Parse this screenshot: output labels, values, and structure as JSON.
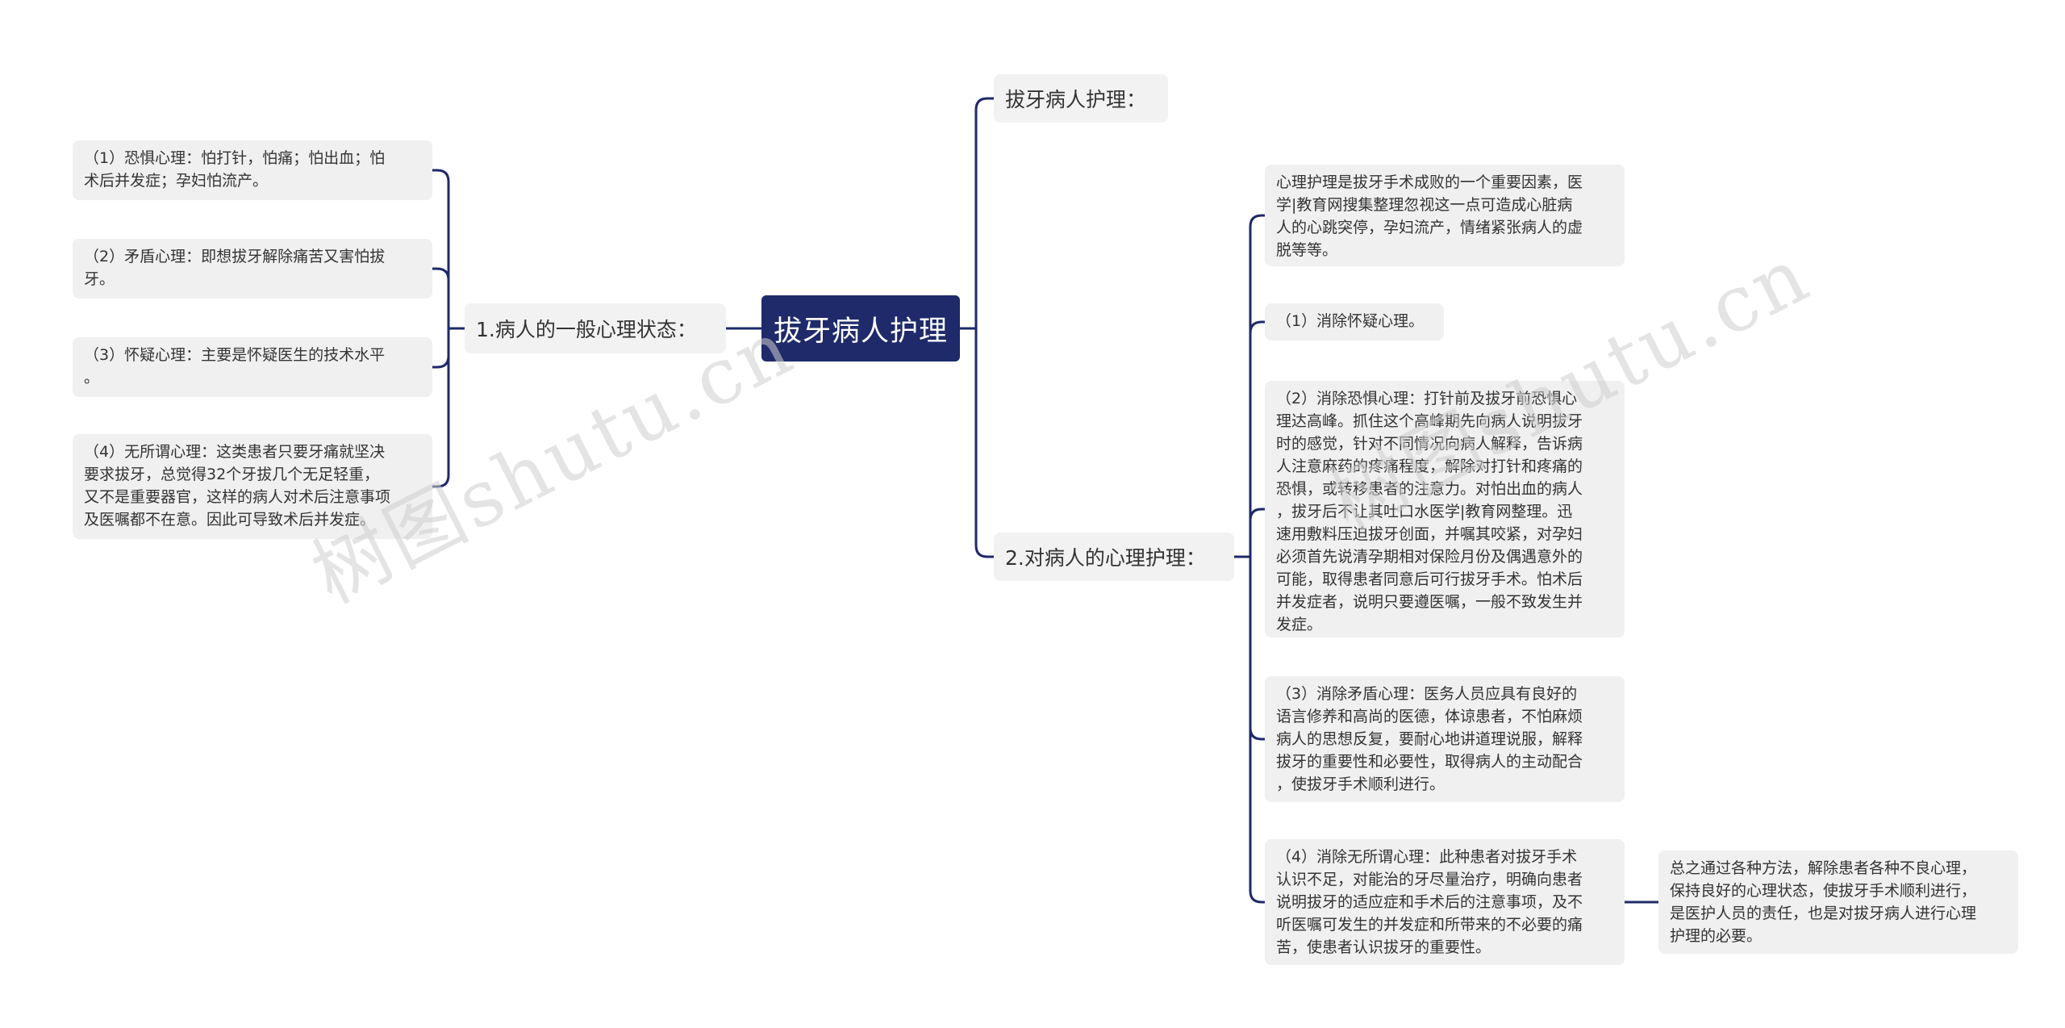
{
  "root": {
    "label": "拔牙病人护理"
  },
  "branches": {
    "top": {
      "label": "拔牙病人护理："
    },
    "left": {
      "label": "1.病人的一般心理状态："
    },
    "right": {
      "label": "2.对病人的心理护理："
    }
  },
  "left_leaves": [
    "（1）恐惧心理：怕打针，怕痛；怕出血；怕\n术后并发症；孕妇怕流产。",
    "（2）矛盾心理：即想拔牙解除痛苦又害怕拔\n牙。",
    "（3）怀疑心理：主要是怀疑医生的技术水平\n。",
    "（4）无所谓心理：这类患者只要牙痛就坚决\n要求拔牙，总觉得32个牙拔几个无足轻重，\n又不是重要器官，这样的病人对术后注意事项\n及医嘱都不在意。因此可导致术后并发症。"
  ],
  "right_leaves": [
    "心理护理是拔牙手术成败的一个重要因素，医\n学|教育网搜集整理忽视这一点可造成心脏病\n人的心跳突停，孕妇流产，情绪紧张病人的虚\n脱等等。",
    "（1）消除怀疑心理。",
    "（2）消除恐惧心理：打针前及拔牙前恐惧心\n理达高峰。抓住这个高峰期先向病人说明拔牙\n时的感觉，针对不同情况向病人解释，告诉病\n人注意麻药的疼痛程度，解除对打针和疼痛的\n恐惧，或转移患者的注意力。对怕出血的病人\n，拔牙后不让其吐口水医学|教育网整理。迅\n速用敷料压迫拔牙创面，并嘱其咬紧，对孕妇\n必须首先说清孕期相对保险月份及偶遇意外的\n可能，取得患者同意后可行拔牙手术。怕术后\n并发症者，说明只要遵医嘱，一般不致发生并\n发症。",
    "（3）消除矛盾心理：医务人员应具有良好的\n语言修养和高尚的医德，体谅患者，不怕麻烦\n病人的思想反复，要耐心地讲道理说服，解释\n拔牙的重要性和必要性，取得病人的主动配合\n，使拔牙手术顺利进行。",
    "（4）消除无所谓心理：此种患者对拔牙手术\n认识不足，对能治的牙尽量治疗，明确向患者\n说明拔牙的适应症和手术后的注意事项，及不\n听医嘱可发生的并发症和所带来的不必要的痛\n苦，使患者认识拔牙的重要性。"
  ],
  "summary_leaf": "总之通过各种方法，解除患者各种不良心理，\n保持良好的心理状态，使拔牙手术顺利进行，\n是医护人员的责任，也是对拔牙病人进行心理\n护理的必要。",
  "watermarks": [
    "树图shutu.cn",
    "树图shutu.cn"
  ],
  "colors": {
    "root_bg": "#1e2a6a",
    "connector": "#1e2a6a",
    "node_bg": "#f2f2f2"
  }
}
